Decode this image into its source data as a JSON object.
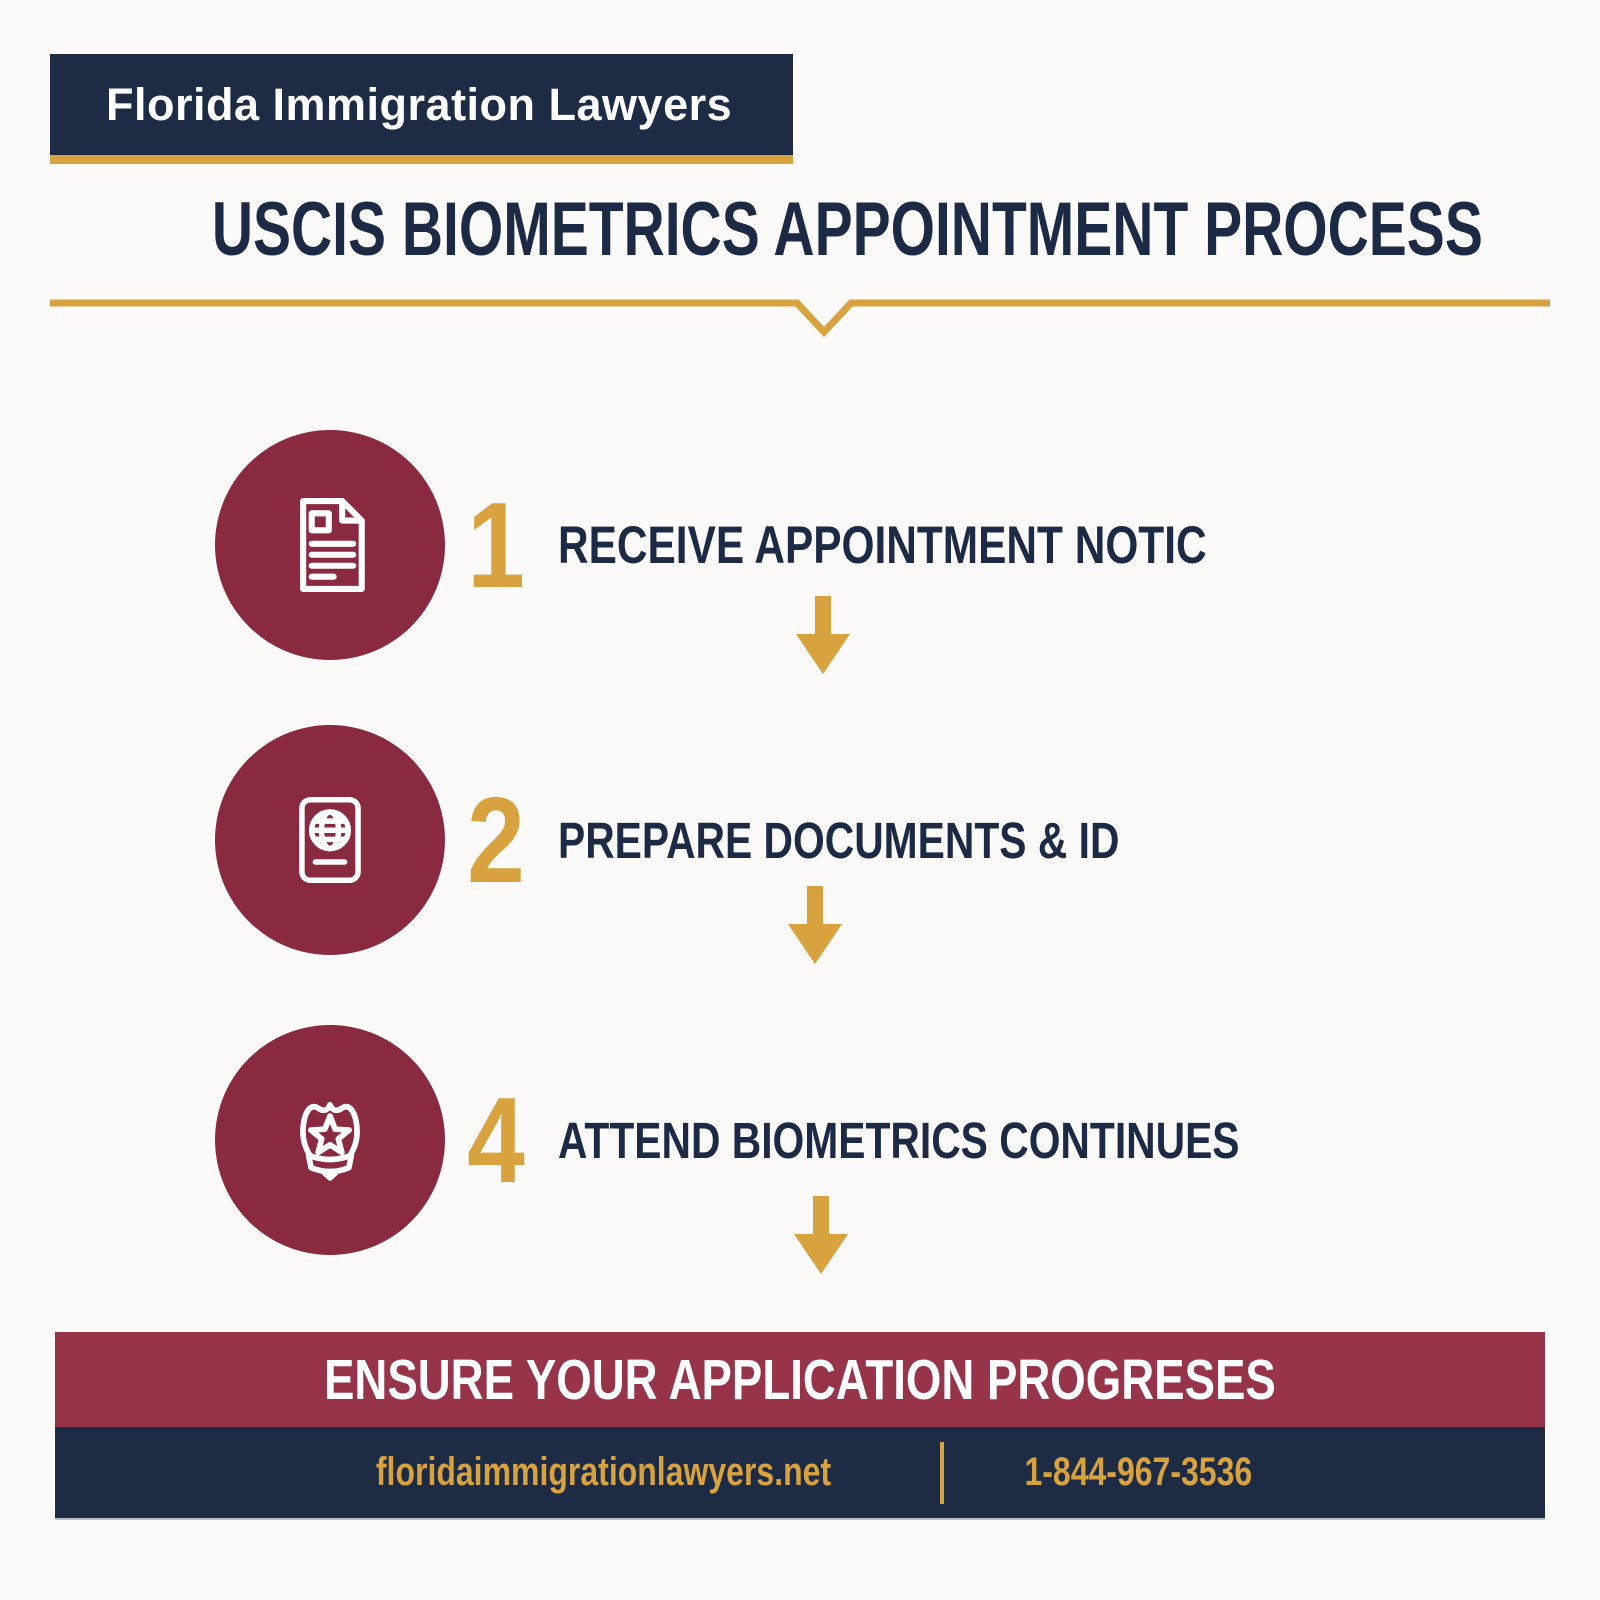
{
  "brand": {
    "name": "Florida Immigration Lawyers"
  },
  "title": "USCIS BIOMETRICS APPOINTMENT PROCESS",
  "steps": [
    {
      "number": "1",
      "label": "RECEIVE APPOINTMENT NOTIC",
      "icon": "document-icon"
    },
    {
      "number": "2",
      "label": "PREPARE DOCUMENTS & ID",
      "icon": "passport-icon"
    },
    {
      "number": "4",
      "label": "ATTEND BIOMETRICS CONTINUES",
      "icon": "badge-icon"
    }
  ],
  "banner": {
    "text": "ENSURE YOUR APPLICATION PROGRESES"
  },
  "footer": {
    "website": "floridaimmigrationlawyers.net",
    "phone": "1-844-967-3536"
  },
  "colors": {
    "navy": "#1d2b45",
    "maroon_circle": "#8a2a40",
    "maroon_banner": "#97344a",
    "gold": "#d8a23f",
    "background": "#fbfaf8",
    "text_white": "#ffffff"
  }
}
